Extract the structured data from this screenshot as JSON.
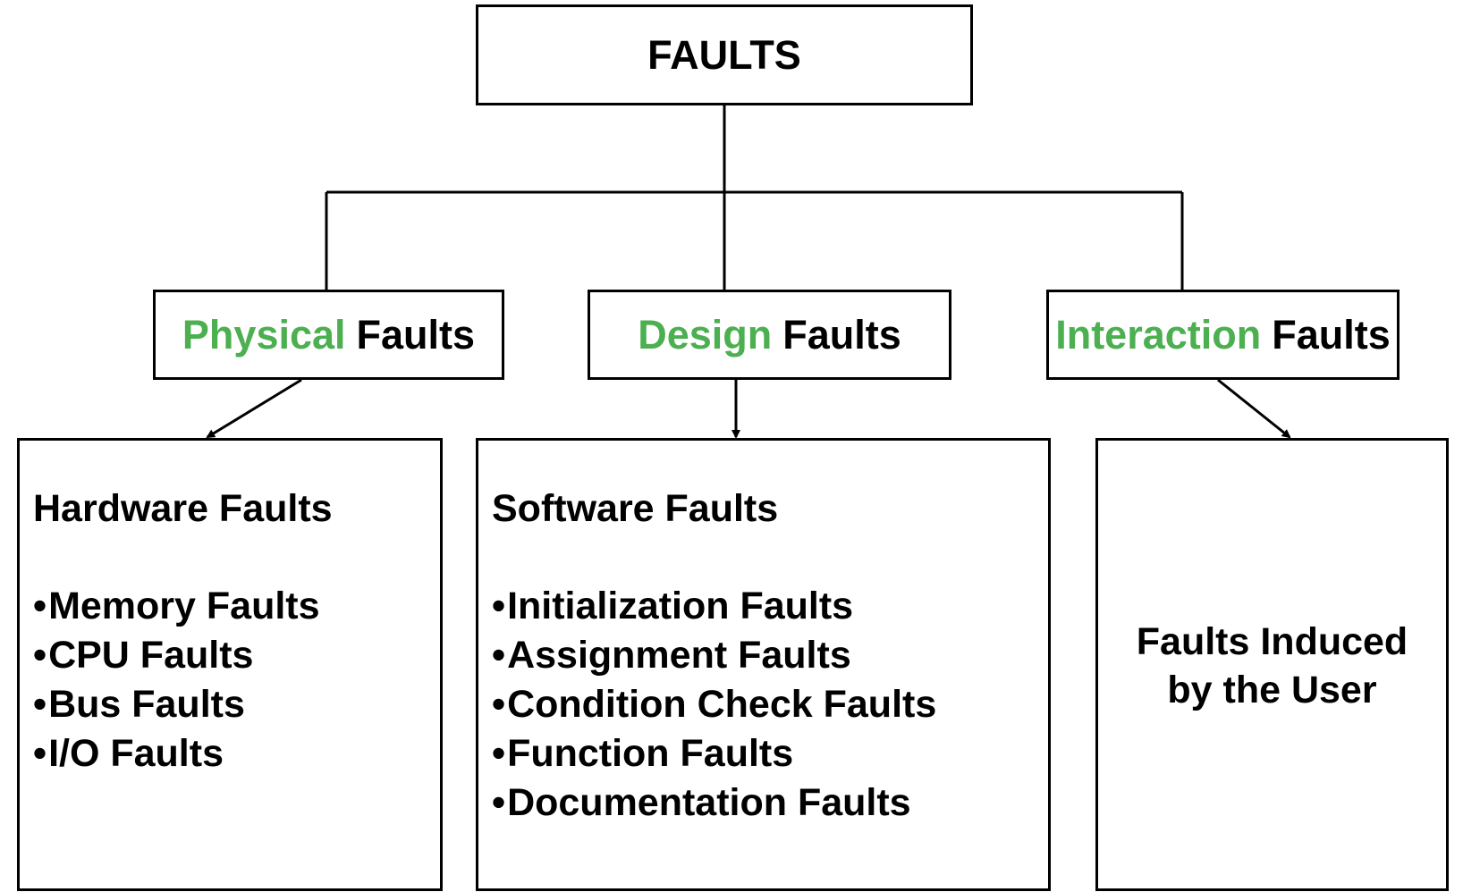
{
  "root": {
    "label": "FAULTS"
  },
  "categories": [
    {
      "accent": "Physical",
      "rest": "Faults"
    },
    {
      "accent": "Design",
      "rest": "Faults"
    },
    {
      "accent": "Interaction",
      "rest": "Faults"
    }
  ],
  "details": {
    "hardware": {
      "title": "Hardware Faults",
      "items": [
        "Memory Faults",
        "CPU Faults",
        "Bus Faults",
        "I/O Faults"
      ]
    },
    "software": {
      "title": "Software Faults",
      "items": [
        "Initialization Faults",
        "Assignment Faults",
        "Condition Check Faults",
        "Function Faults",
        "Documentation Faults"
      ]
    },
    "interaction": {
      "line1": "Faults Induced",
      "line2": "by the User"
    }
  },
  "bullet": "•",
  "colors": {
    "accent": "#4caf50",
    "line": "#000000"
  }
}
